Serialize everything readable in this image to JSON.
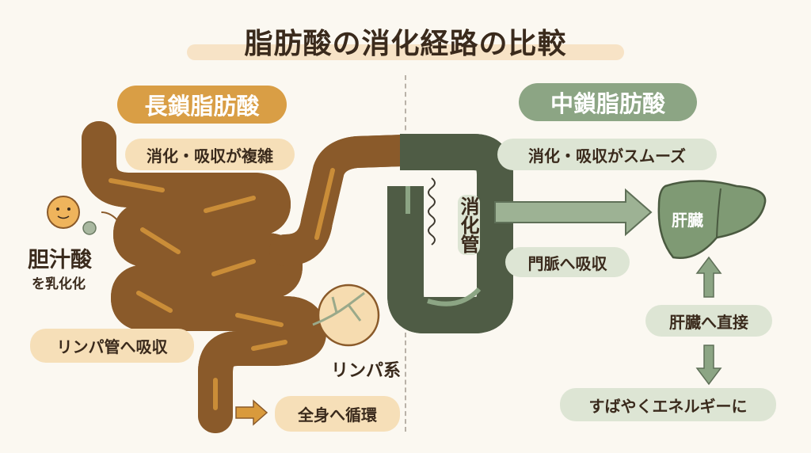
{
  "title": "脂肪酸の消化経路の比較",
  "long_chain": {
    "heading": "長鎖脂肪酸",
    "complex_label": "消化・吸収が複雑",
    "bile_acid": "胆汁酸",
    "emulsify": "を乳化化",
    "lymph_absorb": "リンパ管へ吸収",
    "lymph_system": "リンパ系",
    "circulation": "全身へ循環"
  },
  "medium_chain": {
    "heading": "中鎖脂肪酸",
    "smooth_label": "消化・吸収がスムーズ",
    "digestive_tract": "消化管",
    "portal_absorb": "門脈へ吸収",
    "liver": "肝臓",
    "liver_direct": "肝臓へ直接",
    "quick_energy": "すばやくエネルギーに"
  },
  "colors": {
    "orange": "#d99e45",
    "orange_light": "#f6dfb8",
    "green": "#8ca584",
    "green_light": "#dde5d4",
    "liver": "#7f9a74"
  }
}
